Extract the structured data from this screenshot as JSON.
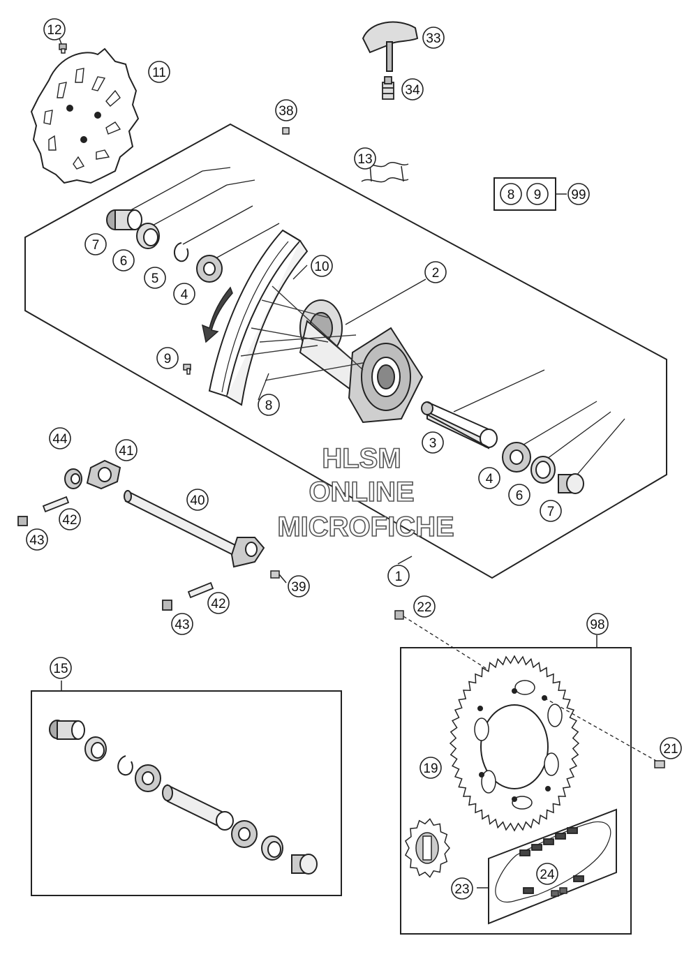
{
  "watermark": {
    "line1": "HLSM",
    "line2": "ONLINE",
    "line3": "MICROFICHE"
  },
  "group_box": {
    "items": [
      "8",
      "9"
    ],
    "ref": "99"
  },
  "callouts": {
    "c1": "1",
    "c2": "2",
    "c3": "3",
    "c4a": "4",
    "c4b": "4",
    "c5": "5",
    "c6a": "6",
    "c6b": "6",
    "c7a": "7",
    "c7b": "7",
    "c8": "8",
    "c9": "9",
    "c10": "10",
    "c11": "11",
    "c12": "12",
    "c13": "13",
    "c15": "15",
    "c19": "19",
    "c21": "21",
    "c22": "22",
    "c23": "23",
    "c24": "24",
    "c33": "33",
    "c34": "34",
    "c38": "38",
    "c39": "39",
    "c40": "40",
    "c41": "41",
    "c42a": "42",
    "c42b": "42",
    "c43a": "43",
    "c43b": "43",
    "c44": "44",
    "c98": "98"
  }
}
